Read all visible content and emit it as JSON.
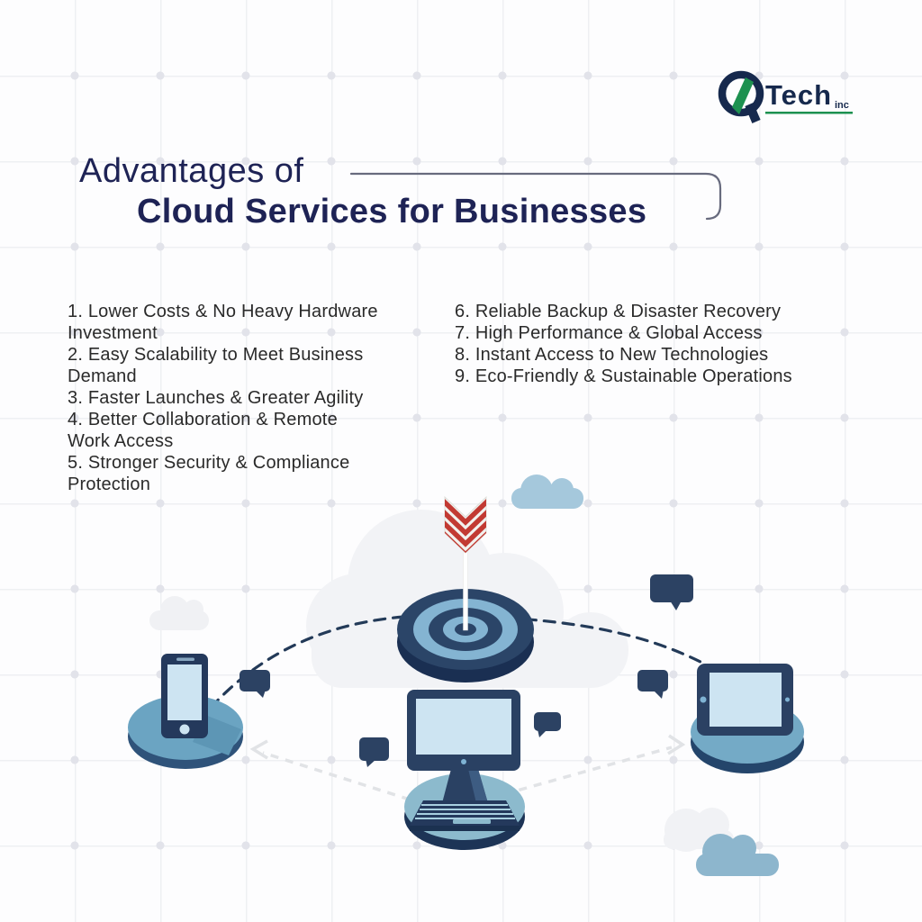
{
  "logo": {
    "brand_letter": "Q",
    "name": "Tech",
    "suffix": "inc",
    "navy": "#16294d",
    "green": "#1d9150"
  },
  "title": {
    "line1": "Advantages of",
    "line2": "Cloud Services for Businesses",
    "color": "#1e2355"
  },
  "advantages": {
    "items_left": [
      {
        "number": "1",
        "text": "Lower Costs & No Heavy Hardware Investment",
        "lines": [
          "1. Lower Costs & No Heavy Hardware",
          "Investment"
        ]
      },
      {
        "number": "2",
        "text": "Easy Scalability to Meet Business Demand",
        "lines": [
          "2. Easy Scalability to Meet Business",
          "Demand"
        ]
      },
      {
        "number": "3",
        "text": "Faster Launches & Greater Agility",
        "lines": [
          "3. Faster Launches & Greater Agility"
        ]
      },
      {
        "number": "4",
        "text": "Better Collaboration & Remote Work Access",
        "lines": [
          "4. Better Collaboration & Remote",
          "Work Access"
        ]
      },
      {
        "number": "5",
        "text": "Stronger Security & Compliance Protection",
        "lines": [
          "5. Stronger Security & Compliance",
          "Protection"
        ]
      }
    ],
    "items_right": [
      {
        "number": "6",
        "text": "Reliable Backup & Disaster Recovery",
        "lines": [
          "6. Reliable Backup & Disaster Recovery"
        ]
      },
      {
        "number": "7",
        "text": "High Performance & Global Access",
        "lines": [
          "7. High Performance & Global Access"
        ]
      },
      {
        "number": "8",
        "text": "Instant Access to New Technologies",
        "lines": [
          "8. Instant Access to New Technologies"
        ]
      },
      {
        "number": "9",
        "text": "Eco-Friendly & Sustainable Operations",
        "lines": [
          "9. Eco-Friendly & Sustainable Operations"
        ]
      }
    ]
  },
  "illustration": {
    "center_object": "target-with-arrow",
    "devices": [
      "smartphone",
      "desktop-computer",
      "tablet"
    ],
    "decorations": [
      "clouds",
      "speech-bubbles",
      "dashed-connection-arc",
      "dashed-arrows"
    ],
    "palette": {
      "device_navy": "#2a4163",
      "navy_dark": "#1d3456",
      "platform_steel_blue": "#6ba4c2",
      "screen_light_blue": "#cde4f2",
      "target_ring_blue": "#84b4d2",
      "cloud_gray": "#f2f3f6",
      "cloud_blue": "#a5c8dc",
      "cloud_blue_dark": "#8db6cd",
      "arrow_red": "#c23a33",
      "dash_dark": "#233a58",
      "dash_light": "#e3e5e8"
    }
  }
}
